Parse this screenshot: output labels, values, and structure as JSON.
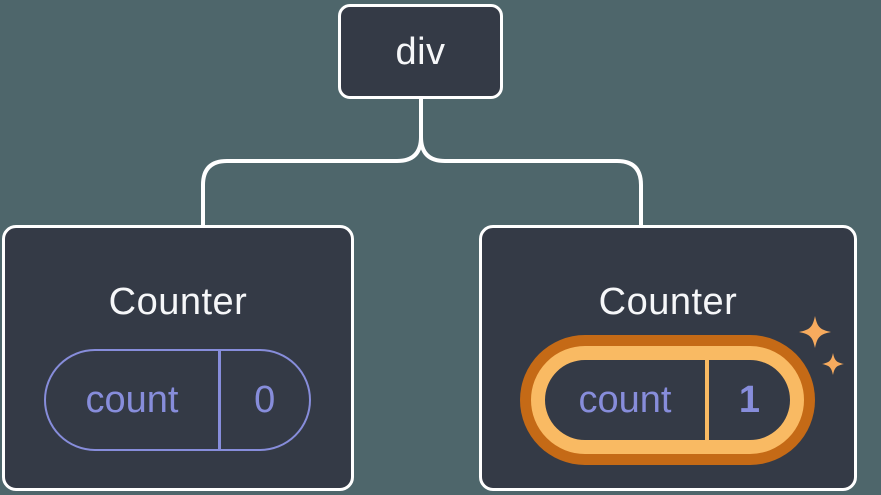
{
  "tree": {
    "root": {
      "label": "div"
    },
    "children": [
      {
        "title": "Counter",
        "state_key": "count",
        "state_value": "0",
        "highlighted": false
      },
      {
        "title": "Counter",
        "state_key": "count",
        "state_value": "1",
        "highlighted": true
      }
    ]
  },
  "icons": {
    "sparkles": "sparkles-icon"
  },
  "colors": {
    "background": "#4e666b",
    "card_background": "#343a46",
    "border_white": "#ffffff",
    "state_purple": "#878ddb",
    "highlight_orange_dark": "#c56a16",
    "highlight_orange_light": "#f9ba63",
    "sparkle_orange": "#f7ab5e",
    "title_white": "#f6f7f9"
  }
}
